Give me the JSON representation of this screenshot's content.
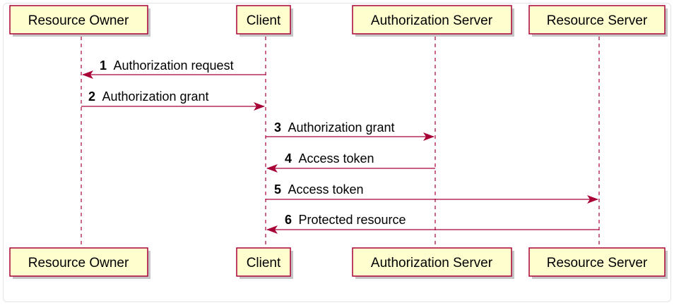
{
  "participants": [
    {
      "id": "resource-owner",
      "label": "Resource Owner"
    },
    {
      "id": "client",
      "label": "Client"
    },
    {
      "id": "authorization-server",
      "label": "Authorization Server"
    },
    {
      "id": "resource-server",
      "label": "Resource Server"
    }
  ],
  "messages": [
    {
      "num": "1",
      "text": "Authorization request",
      "from": "client",
      "to": "resource-owner"
    },
    {
      "num": "2",
      "text": "Authorization grant",
      "from": "resource-owner",
      "to": "client"
    },
    {
      "num": "3",
      "text": "Authorization grant",
      "from": "client",
      "to": "authorization-server"
    },
    {
      "num": "4",
      "text": "Access token",
      "from": "authorization-server",
      "to": "client"
    },
    {
      "num": "5",
      "text": "Access token",
      "from": "client",
      "to": "resource-server"
    },
    {
      "num": "6",
      "text": "Protected resource",
      "from": "resource-server",
      "to": "client"
    }
  ],
  "colors": {
    "participant_fill": "#fefece",
    "line": "#a80036"
  }
}
